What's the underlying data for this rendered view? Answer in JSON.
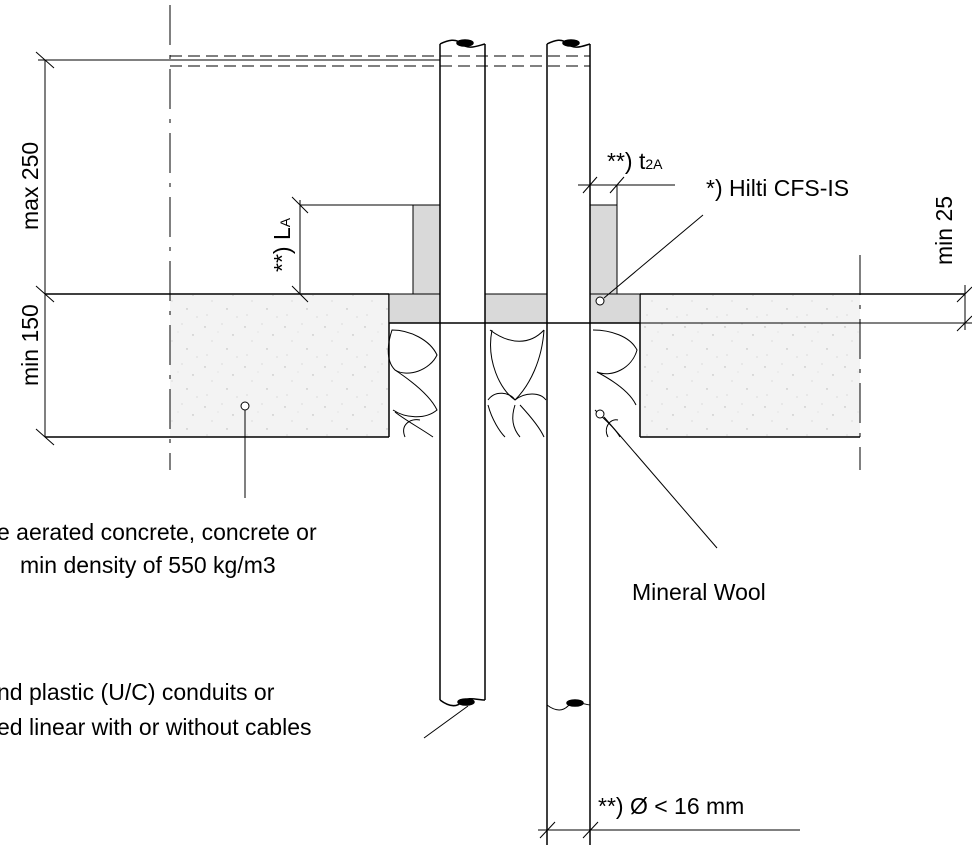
{
  "dimensions": {
    "max_height": "max 250",
    "min_thickness": "min 150",
    "min_depth": "min 25",
    "sleeve_length": "**) L",
    "sleeve_length_sub": "A",
    "sleeve_thickness": "**) t",
    "sleeve_thickness_sub": "2A",
    "diameter": "**) Ø < 16 mm"
  },
  "labels": {
    "sealant": "*) Hilti CFS-IS",
    "mineral_wool": "Mineral Wool",
    "base_line1": "e aerated concrete, concrete or",
    "base_line2": "min density of 550 kg/m3",
    "conduit_line1": "nd plastic (U/C) conduits or",
    "conduit_line2": "ed linear with or without cables"
  },
  "colors": {
    "line": "#000000",
    "concrete_fill": "#f2f2f2",
    "sealant_fill": "#d9d9d9",
    "background": "#ffffff"
  }
}
